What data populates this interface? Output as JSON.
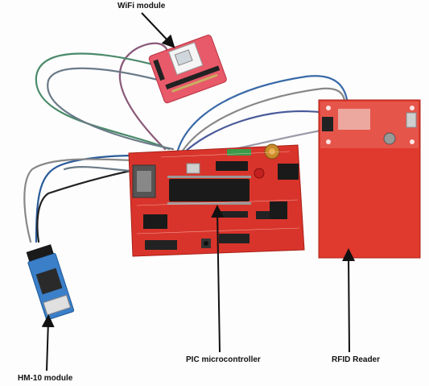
{
  "labels": {
    "wifi": "WiFi module",
    "pic": "PIC microcontroller",
    "rfid": "RFID Reader",
    "hm10": "HM-10 module"
  },
  "colors": {
    "pcb_red": "#d9342b",
    "rfid_red": "#e0392e",
    "wifi_pink": "#e85a6a",
    "bt_blue": "#3a7fc8",
    "chip_black": "#1a1a1a"
  }
}
